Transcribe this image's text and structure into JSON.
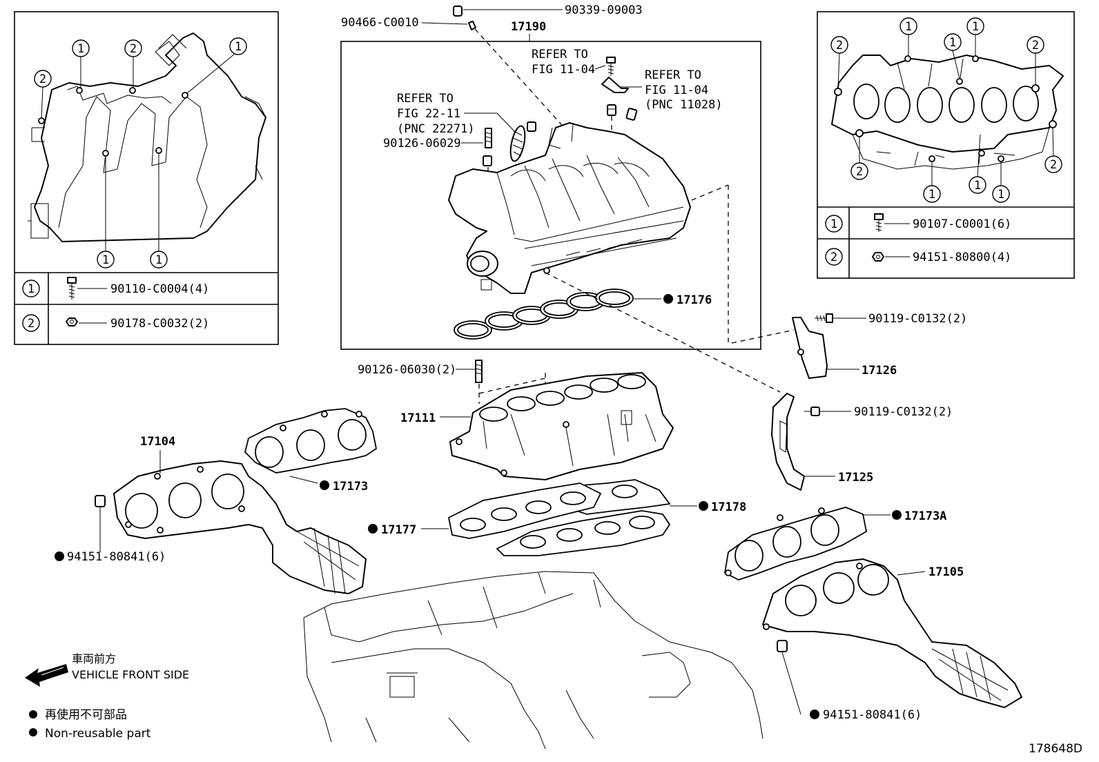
{
  "diagram": {
    "id": "178648D",
    "legend": {
      "front_jp": "車両前方",
      "front_en": "VEHICLE FRONT SIDE",
      "nonreuse_jp": "再使用不可部品",
      "nonreuse_en": "Non-reusable part"
    },
    "left_inset": {
      "markers": [
        "1",
        "2",
        "2",
        "1",
        "1",
        "1"
      ],
      "table": [
        {
          "mark": "1",
          "part": "90110-C0004(4)"
        },
        {
          "mark": "2",
          "part": "90178-C0032(2)"
        }
      ]
    },
    "right_inset": {
      "markers": [
        "2",
        "1",
        "1",
        "1",
        "2",
        "2",
        "2",
        "1",
        "1",
        "1"
      ],
      "table": [
        {
          "mark": "1",
          "part": "90107-C0001(6)"
        },
        {
          "mark": "2",
          "part": "94151-80800(4)"
        }
      ]
    },
    "center_box": {
      "title": "17190"
    },
    "labels": {
      "p90339": "90339-09003",
      "p90466": "90466-C0010",
      "refer1a": "REFER TO",
      "refer1b": "FIG 11-04",
      "refer2a": "REFER TO",
      "refer2b": "FIG 11-04",
      "refer2c": "(PNC 11028)",
      "refer3a": "REFER TO",
      "refer3b": "FIG 22-11",
      "refer3c": "(PNC 22271)",
      "p90126a": "90126-06029",
      "p17176": "17176",
      "p90119a": "90119-C0132(2)",
      "p17126": "17126",
      "p90126b": "90126-06030(2)",
      "p17111": "17111",
      "p90119b": "90119-C0132(2)",
      "p17125": "17125",
      "p17104": "17104",
      "p17173": "17173",
      "p17178": "17178",
      "p17177": "17177",
      "p17173A": "17173A",
      "p94151a": "94151-80841(6)",
      "p17105": "17105",
      "p94151b": "94151-80841(6)"
    }
  }
}
